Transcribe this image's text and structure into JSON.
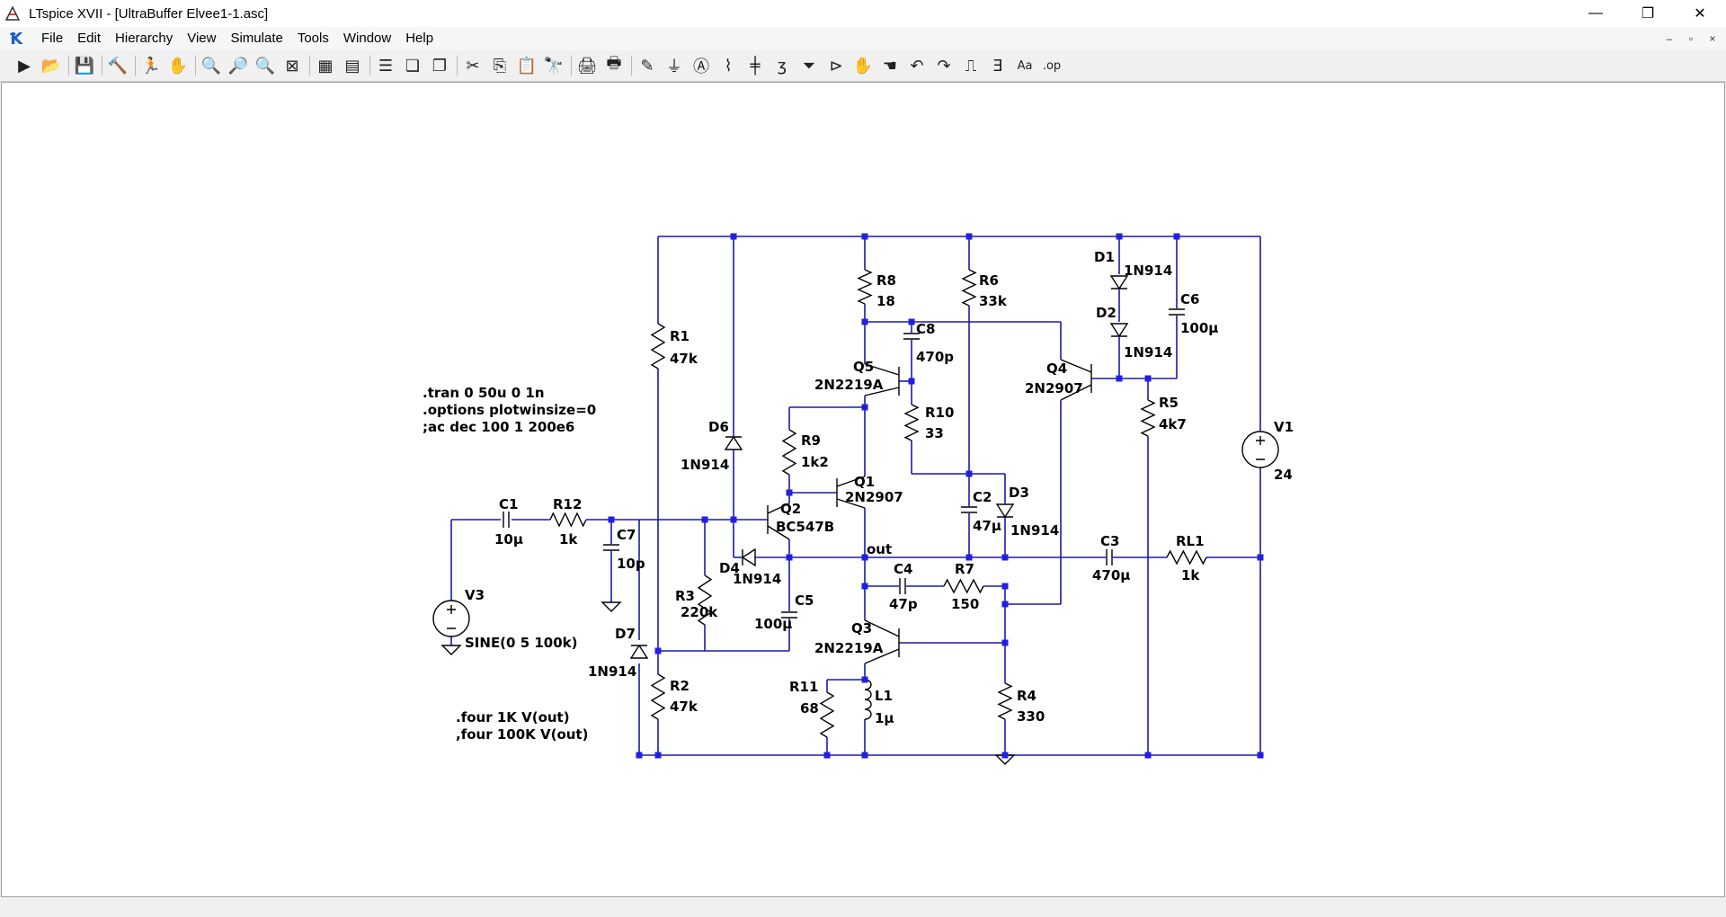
{
  "window": {
    "title": "LTspice XVII - [UltraBuffer Elvee1-1.asc]",
    "controls": {
      "minimize": "—",
      "restore": "❐",
      "close": "✕"
    },
    "mdi_controls": {
      "minimize": "–",
      "restore": "▫",
      "close": "×"
    }
  },
  "menu": [
    "File",
    "Edit",
    "Hierarchy",
    "View",
    "Simulate",
    "Tools",
    "Window",
    "Help"
  ],
  "toolbar": [
    {
      "icon": "run-icon",
      "glyph": "▶"
    },
    {
      "icon": "open-icon",
      "glyph": "📂"
    },
    {
      "sep": true
    },
    {
      "icon": "save-icon",
      "glyph": "💾"
    },
    {
      "sep": true
    },
    {
      "icon": "control-panel-icon",
      "glyph": "🔨"
    },
    {
      "sep": true
    },
    {
      "icon": "halt-icon",
      "glyph": "🏃"
    },
    {
      "icon": "pan-icon",
      "glyph": "✋"
    },
    {
      "sep": true
    },
    {
      "icon": "zoom-in-icon",
      "glyph": "🔍"
    },
    {
      "icon": "zoom-pan-icon",
      "glyph": "🔎"
    },
    {
      "icon": "zoom-out-icon",
      "glyph": "🔍"
    },
    {
      "icon": "zoom-fit-icon",
      "glyph": "⊠"
    },
    {
      "sep": true
    },
    {
      "icon": "autoscale-icon",
      "glyph": "▦"
    },
    {
      "icon": "waveform-icon",
      "glyph": "▤"
    },
    {
      "sep": true
    },
    {
      "icon": "tile-horizontal-icon",
      "glyph": "☰"
    },
    {
      "icon": "cascade-icon",
      "glyph": "❏"
    },
    {
      "icon": "tile-vertical-icon",
      "glyph": "❐"
    },
    {
      "sep": true
    },
    {
      "icon": "cut-icon",
      "glyph": "✂"
    },
    {
      "icon": "copy-icon",
      "glyph": "⎘"
    },
    {
      "icon": "paste-icon",
      "glyph": "📋"
    },
    {
      "icon": "find-icon",
      "glyph": "🔭"
    },
    {
      "sep": true
    },
    {
      "icon": "print-icon",
      "glyph": "🖨"
    },
    {
      "icon": "print-setup-icon",
      "glyph": "🖶"
    },
    {
      "sep": true
    },
    {
      "icon": "draw-wire-icon",
      "glyph": "✎"
    },
    {
      "icon": "ground-icon",
      "glyph": "⏚"
    },
    {
      "icon": "label-net-icon",
      "glyph": "Ⓐ"
    },
    {
      "icon": "resistor-icon",
      "glyph": "⌇"
    },
    {
      "icon": "capacitor-icon",
      "glyph": "╪"
    },
    {
      "icon": "inductor-icon",
      "glyph": "ʒ"
    },
    {
      "icon": "diode-icon",
      "glyph": "⏷"
    },
    {
      "icon": "component-icon",
      "glyph": "⊳"
    },
    {
      "icon": "move-icon",
      "glyph": "✋"
    },
    {
      "icon": "drag-icon",
      "glyph": "☚"
    },
    {
      "icon": "undo-icon",
      "glyph": "↶"
    },
    {
      "icon": "redo-icon",
      "glyph": "↷"
    },
    {
      "icon": "rotate-icon",
      "glyph": "⎍"
    },
    {
      "icon": "mirror-icon",
      "glyph": "Ǝ"
    },
    {
      "icon": "text-icon",
      "glyph": "Aa"
    },
    {
      "icon": "spice-directive-icon",
      "glyph": ".op"
    }
  ],
  "schematic": {
    "directives": [
      ".tran 0 50u 0 1n",
      ".options plotwinsize=0",
      ";ac dec 100 1 200e6"
    ],
    "four_directives": [
      ".four 1K V(out)",
      ",four 100K V(out)"
    ],
    "net_out": "out",
    "components": {
      "R1": {
        "name": "R1",
        "value": "47k"
      },
      "R2": {
        "name": "R2",
        "value": "47k"
      },
      "R3": {
        "name": "R3",
        "value": "220k"
      },
      "R4": {
        "name": "R4",
        "value": "330"
      },
      "R5": {
        "name": "R5",
        "value": "4k7"
      },
      "R6": {
        "name": "R6",
        "value": "33k"
      },
      "R7": {
        "name": "R7",
        "value": "150"
      },
      "R8": {
        "name": "R8",
        "value": "18"
      },
      "R9": {
        "name": "R9",
        "value": "1k2"
      },
      "R10": {
        "name": "R10",
        "value": "33"
      },
      "R11": {
        "name": "R11",
        "value": "68"
      },
      "R12": {
        "name": "R12",
        "value": "1k"
      },
      "RL1": {
        "name": "RL1",
        "value": "1k"
      },
      "C1": {
        "name": "C1",
        "value": "10µ"
      },
      "C2": {
        "name": "C2",
        "value": "47µ"
      },
      "C3": {
        "name": "C3",
        "value": "470µ"
      },
      "C4": {
        "name": "C4",
        "value": "47p"
      },
      "C5": {
        "name": "C5",
        "value": "100µ"
      },
      "C6": {
        "name": "C6",
        "value": "100µ"
      },
      "C7": {
        "name": "C7",
        "value": "10p"
      },
      "C8": {
        "name": "C8",
        "value": "470p"
      },
      "L1": {
        "name": "L1",
        "value": "1µ"
      },
      "D1": {
        "name": "D1",
        "value": "1N914"
      },
      "D2": {
        "name": "D2",
        "value": "1N914"
      },
      "D3": {
        "name": "D3",
        "value": "1N914"
      },
      "D4": {
        "name": "D4",
        "value": "1N914"
      },
      "D6": {
        "name": "D6",
        "value": "1N914"
      },
      "D7": {
        "name": "D7",
        "value": "1N914"
      },
      "Q1": {
        "name": "Q1",
        "value": "2N2907"
      },
      "Q2": {
        "name": "Q2",
        "value": "BC547B"
      },
      "Q3": {
        "name": "Q3",
        "value": "2N2219A"
      },
      "Q4": {
        "name": "Q4",
        "value": "2N2907"
      },
      "Q5": {
        "name": "Q5",
        "value": "2N2219A"
      },
      "V1": {
        "name": "V1",
        "value": "24"
      },
      "V3": {
        "name": "V3",
        "value": "SINE(0 5 100k)"
      }
    },
    "colors": {
      "wire": "#1a1aa8",
      "junction": "#2020e0",
      "text": "#000000"
    }
  }
}
